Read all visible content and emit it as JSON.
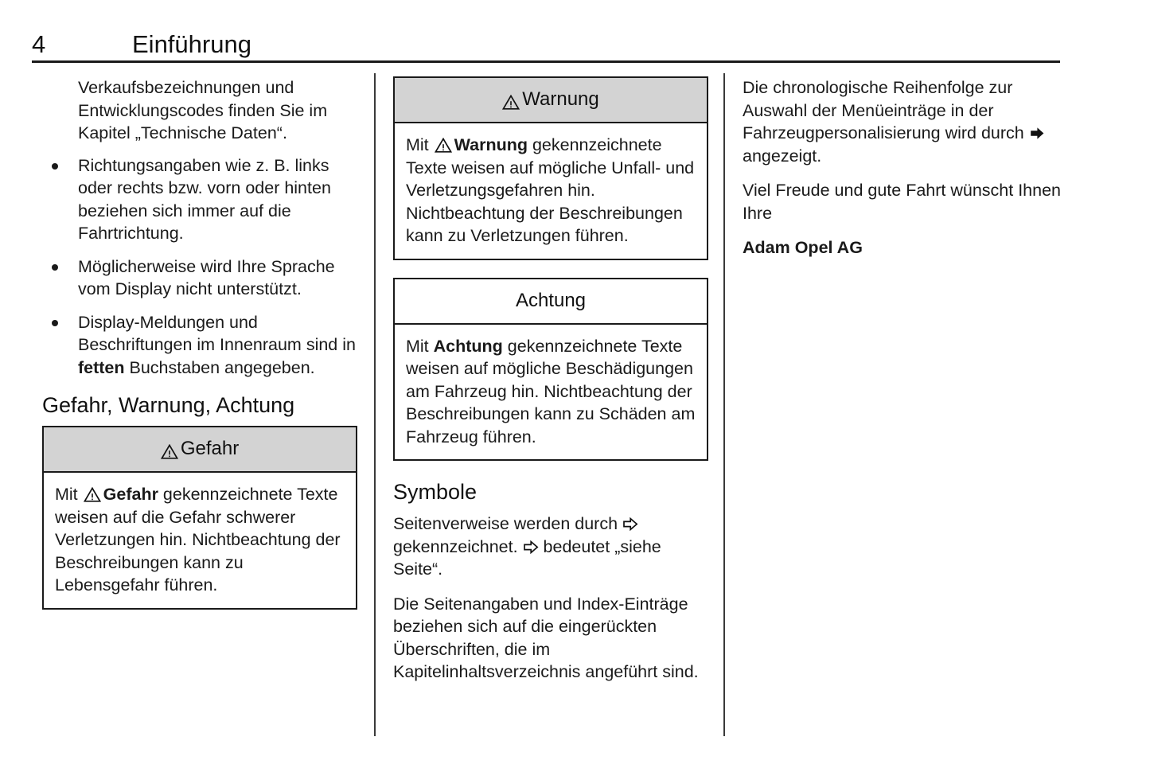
{
  "header": {
    "page_number": "4",
    "chapter_title": "Einführung"
  },
  "columns": {
    "left": {
      "intro_paragraph": "Verkaufsbezeichnungen und Entwicklungscodes finden Sie im Kapitel „Technische Daten“.",
      "bullets": [
        "Richtungsangaben wie z. B. links oder rechts bzw. vorn oder hinten beziehen sich immer auf die Fahrtrichtung.",
        "Möglicherweise wird Ihre Sprache vom Display nicht unterstützt.",
        "Display-Meldungen und Beschriftungen im Innenraum sind in fetten Buchstaben angegeben."
      ],
      "bullet3_parts": {
        "before": "Display-Meldungen und Beschriftungen im Innenraum sind in ",
        "bold": "fetten",
        "after": " Buchstaben angegeben."
      },
      "section_heading": "Gefahr, Warnung, Achtung",
      "danger_box": {
        "title": "Gefahr",
        "icon": "warning-triangle-icon",
        "body_before": "Mit ",
        "body_bold": "Gefahr",
        "body_after": " gekennzeichnete Texte weisen auf die Gefahr schwerer Verletzungen hin. Nichtbeachtung der Beschreibungen kann zu Lebensgefahr führen."
      }
    },
    "middle": {
      "warning_box": {
        "title": "Warnung",
        "icon": "warning-triangle-icon",
        "body_before": "Mit ",
        "body_bold": "Warnung",
        "body_after": " gekennzeichnete Texte weisen auf mögliche Unfall- und Verletzungsgefahren hin. Nichtbeachtung der Beschreibungen kann zu Verletzungen führen."
      },
      "caution_box": {
        "title": "Achtung",
        "body_before": "Mit ",
        "body_bold": "Achtung",
        "body_after": " gekennzeichnete Texte weisen auf mögliche Beschädigungen am Fahrzeug hin. Nichtbeachtung der Beschreibungen kann zu Schäden am Fahrzeug führen."
      },
      "symbols_heading": "Symbole",
      "symbols_p1_a": "Seitenverweise werden durch ",
      "symbols_p1_b": " gekennzeichnet. ",
      "symbols_p1_c": " bedeutet „siehe Seite“.",
      "symbols_p2": "Die Seitenangaben und Index-Einträge beziehen sich auf die eingerückten Überschriften, die im Kapitelinhaltsverzeichnis angeführt sind."
    },
    "right": {
      "para1_a": "Die chronologische Reihenfolge zur Auswahl der Menüeinträge in der Fahrzeugpersonalisierung wird durch ",
      "para1_b": " angezeigt.",
      "para2": "Viel Freude und gute Fahrt wünscht Ihnen Ihre",
      "signature": "Adam Opel AG"
    }
  },
  "icons": {
    "warning_triangle": "warning-triangle-icon",
    "hollow_right_arrow": "hollow-right-arrow-icon",
    "solid_right_arrow": "solid-right-arrow-icon",
    "bullet": "bullet-dot-icon"
  },
  "colors": {
    "text": "#1a1a1a",
    "rule": "#1a1a1a",
    "box_border": "#1a1a1a",
    "box_header_shade": "#d3d3d3",
    "page_background": "#ffffff"
  }
}
